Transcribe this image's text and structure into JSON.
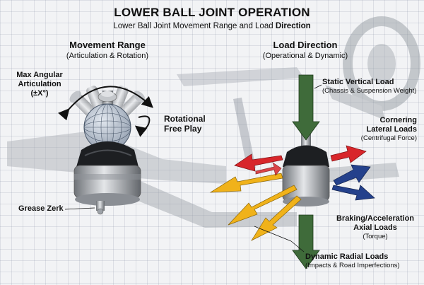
{
  "title": "LOWER BALL JOINT OPERATION",
  "subtitle_prefix": "Lower Ball Joint Movement Range and Load ",
  "subtitle_emph": "Direction",
  "left_section": {
    "title": "Movement Range",
    "subtitle": "(Articulation & Rotation)",
    "max_angular_line1": "Max Angular",
    "max_angular_line2": "Articulation",
    "max_angular_line3": "(±X°)",
    "rotational_line1": "Rotational",
    "rotational_line2": "Free Play",
    "grease_zerk": "Grease Zerk"
  },
  "right_section": {
    "title": "Load Direction",
    "subtitle": "(Operational & Dynamic)",
    "static_vertical": "Static Vertical Load",
    "static_vertical_sub": "(Chassis & Suspension Weight)",
    "cornering_line1": "Cornering",
    "cornering_line2": "Lateral Loads",
    "cornering_sub": "(Centrifugal Force)",
    "braking_line1": "Braking/Acceleration",
    "braking_line2": "Axial Loads",
    "braking_sub": "(Torque)",
    "dynamic_radial": "Dynamic Radial Loads",
    "dynamic_radial_sub": "(Impacts & Road Imperfections)"
  },
  "colors": {
    "vertical_arrow": "#3f6b3a",
    "lateral_arrow": "#d8262b",
    "axial_arrow": "#24418c",
    "radial_arrow": "#f0b21a",
    "boot": "#1d1f22",
    "metal": "#b9bcc1"
  }
}
